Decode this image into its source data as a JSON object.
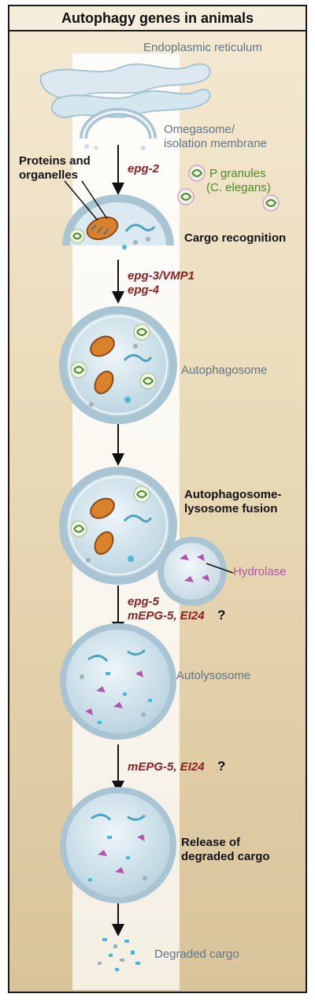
{
  "title": "Autophagy genes in animals",
  "labels": {
    "er": "Endoplasmic reticulum",
    "omegasome_1": "Omegasome/",
    "omegasome_2": "isolation membrane",
    "proteins_1": "Proteins and",
    "proteins_2": "organelles",
    "pgranules_1": "P granules",
    "pgranules_2": "(C. elegans)",
    "cargo_recognition": "Cargo recognition",
    "autophagosome": "Autophagosome",
    "fusion_1": "Autophagosome-",
    "fusion_2": "lysosome fusion",
    "hydrolase": "Hydrolase",
    "autolysosome": "Autolysosome",
    "release_1": "Release of",
    "release_2": "degraded cargo",
    "degraded_cargo": "Degraded cargo"
  },
  "genes": {
    "step1": "epg-2",
    "step2_line1": "epg-3/VMP1",
    "step2_line2": "epg-4",
    "step4_line1": "epg-5",
    "step4_line2": "mEPG-5, EI24",
    "step4_q": "?",
    "step5": "mEPG-5, EI24",
    "step5_q": "?"
  },
  "colors": {
    "gene": "#8c1f1f",
    "membrane": "#a9c4d2",
    "lumen": "#d4e6ee",
    "mitochondrion": "#d9822b",
    "p_granule": "#4d8a2a",
    "hydrolase": "#b256ad"
  }
}
